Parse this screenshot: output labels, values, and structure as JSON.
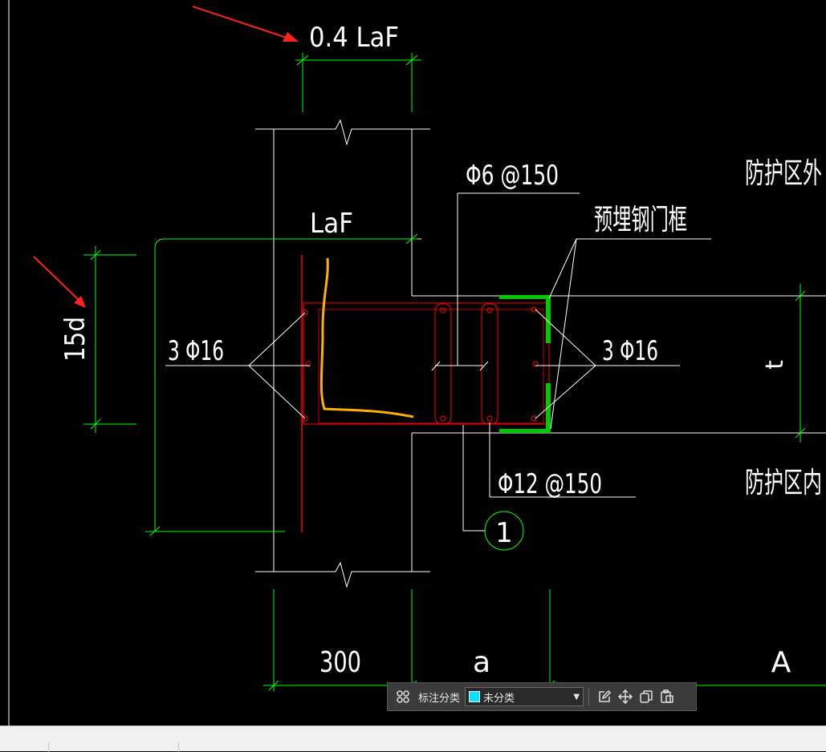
{
  "drawing": {
    "dims": {
      "top_dim": "0.4 LaF",
      "laf": "LaF",
      "side_dim": "15d",
      "bottom_300": "300",
      "bottom_a": "a",
      "bottom_A": "A",
      "wall_t": "t"
    },
    "labels": {
      "stirrup_spacing_top": "Φ6 @150",
      "embedded_frame": "预埋钢门框",
      "rebar_left": "3 Φ16",
      "rebar_right": "3 Φ16",
      "stirrup_spacing_bottom": "Φ12 @150",
      "detail_number": "1",
      "outside_zone": "防护区外",
      "inside_zone": "防护区内"
    },
    "colors": {
      "background": "#000000",
      "white_line": "#ffffff",
      "green": "#00ff00",
      "red": "#ff0000",
      "dark_red": "#c80000",
      "orange_markup": "#ffb000",
      "frame_fill": "#00c800",
      "arrow": "#ff2020"
    }
  },
  "toolbar": {
    "grid_icon": "grid-icon",
    "category_label": "标注分类",
    "category_value": "未分类",
    "category_color": "#00e5ff",
    "buttons": [
      "edit-icon",
      "move-icon",
      "copy-icon",
      "paste-icon"
    ]
  },
  "statusbar": {
    "text": ""
  }
}
